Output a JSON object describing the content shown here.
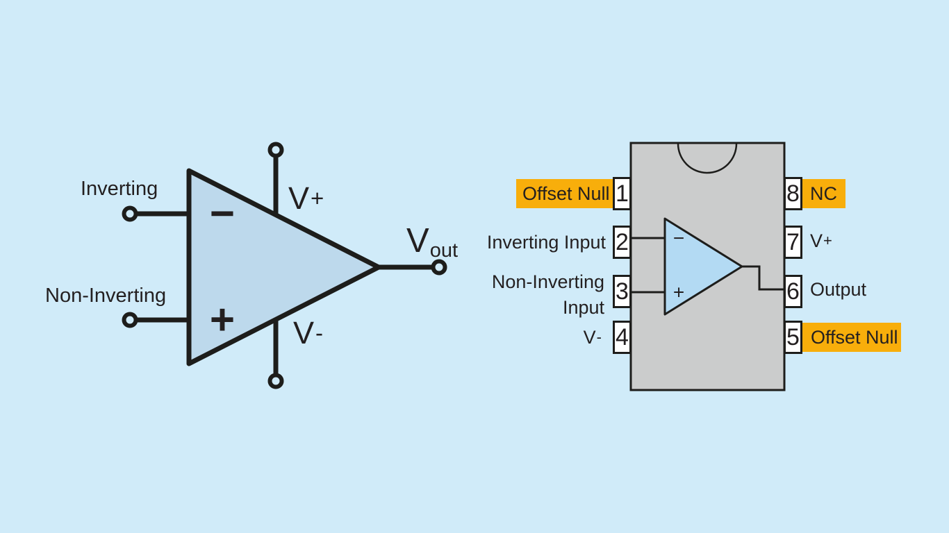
{
  "colors": {
    "background": "#d0ebf9",
    "opamp_triangle_fill": "#bdd9ec",
    "inner_triangle_fill": "#b3daf3",
    "ic_body_fill": "#cbcccc",
    "pin_box_fill": "#ffffff",
    "highlight_orange": "#f8ae0b",
    "line_black": "#1d1d1b",
    "text_black": "#231f20"
  },
  "left_diagram": {
    "inverting_label": "Inverting",
    "non_inverting_label": "Non-Inverting",
    "minus_sign": "−",
    "plus_sign": "+",
    "v_plus": {
      "base": "V",
      "sign": "+"
    },
    "v_minus": {
      "base": "V",
      "sign": "-"
    },
    "v_out": {
      "base": "V",
      "sub": "out"
    }
  },
  "ic_diagram": {
    "pins": {
      "p1": {
        "num": "1",
        "label": "Offset Null"
      },
      "p2": {
        "num": "2",
        "label": "Inverting Input"
      },
      "p3": {
        "num": "3",
        "label_line1": "Non-Inverting",
        "label_line2": "Input"
      },
      "p4": {
        "num": "4",
        "label_base": "V",
        "label_sign": "-"
      },
      "p5": {
        "num": "5",
        "label": "Offset Null"
      },
      "p6": {
        "num": "6",
        "label": "Output"
      },
      "p7": {
        "num": "7",
        "label_base": "V",
        "label_sign": "+"
      },
      "p8": {
        "num": "8",
        "label": "NC"
      }
    },
    "inner_minus_sign": "−",
    "inner_plus_sign": "+"
  }
}
